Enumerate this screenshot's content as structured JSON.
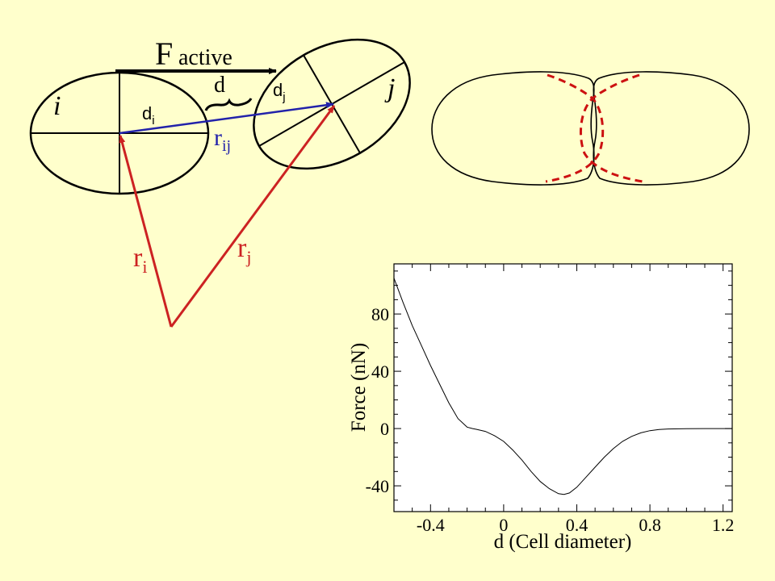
{
  "labels": {
    "f_active_F": "F",
    "f_active_sub": "active",
    "d": "d",
    "cell_i": "i",
    "cell_j": "j",
    "d_i_base": "d",
    "d_i_sub": "i",
    "d_j_base": "d",
    "d_j_sub": "j",
    "r_ij_base": "r",
    "r_ij_sub": "ij",
    "r_i_base": "r",
    "r_i_sub": "i",
    "r_j_base": "r",
    "r_j_sub": "j"
  },
  "colors": {
    "background": "#FFFFCC",
    "outline": "#000000",
    "position_vectors": "#CC2222",
    "separation_vector": "#2222AA",
    "overlap_outline": "#CC1111"
  },
  "chart_data": {
    "type": "line",
    "xlabel": "d (Cell diameter)",
    "ylabel": "Force (nN)",
    "xlim": [
      -0.6,
      1.25
    ],
    "ylim": [
      -58,
      115
    ],
    "xticks": [
      -0.4,
      0,
      0.4,
      0.8,
      1.2
    ],
    "xtick_labels": [
      "-0.4",
      "0",
      "0.4",
      "0.8",
      "1.2"
    ],
    "yticks": [
      -40,
      0,
      40,
      80
    ],
    "ytick_labels": [
      "-40",
      "0",
      "40",
      "80"
    ],
    "grid": false,
    "series": [
      {
        "x": [
          -0.6,
          -0.55,
          -0.5,
          -0.45,
          -0.4,
          -0.35,
          -0.3,
          -0.25,
          -0.2,
          -0.17,
          -0.15,
          -0.1,
          -0.05,
          0.0,
          0.05,
          0.1,
          0.15,
          0.2,
          0.25,
          0.3,
          0.33,
          0.36,
          0.4,
          0.45,
          0.5,
          0.55,
          0.6,
          0.65,
          0.7,
          0.75,
          0.8,
          0.85,
          0.9,
          1.0,
          1.1,
          1.25
        ],
        "y": [
          105,
          88,
          72,
          58,
          44,
          31,
          18,
          7,
          1,
          0,
          -0.5,
          -2,
          -5,
          -9,
          -15,
          -22,
          -30,
          -37,
          -42,
          -45.5,
          -46,
          -45,
          -41,
          -34,
          -27,
          -20,
          -14,
          -9,
          -5.5,
          -3,
          -1.5,
          -0.7,
          -0.3,
          -0.1,
          0,
          0
        ]
      }
    ]
  }
}
